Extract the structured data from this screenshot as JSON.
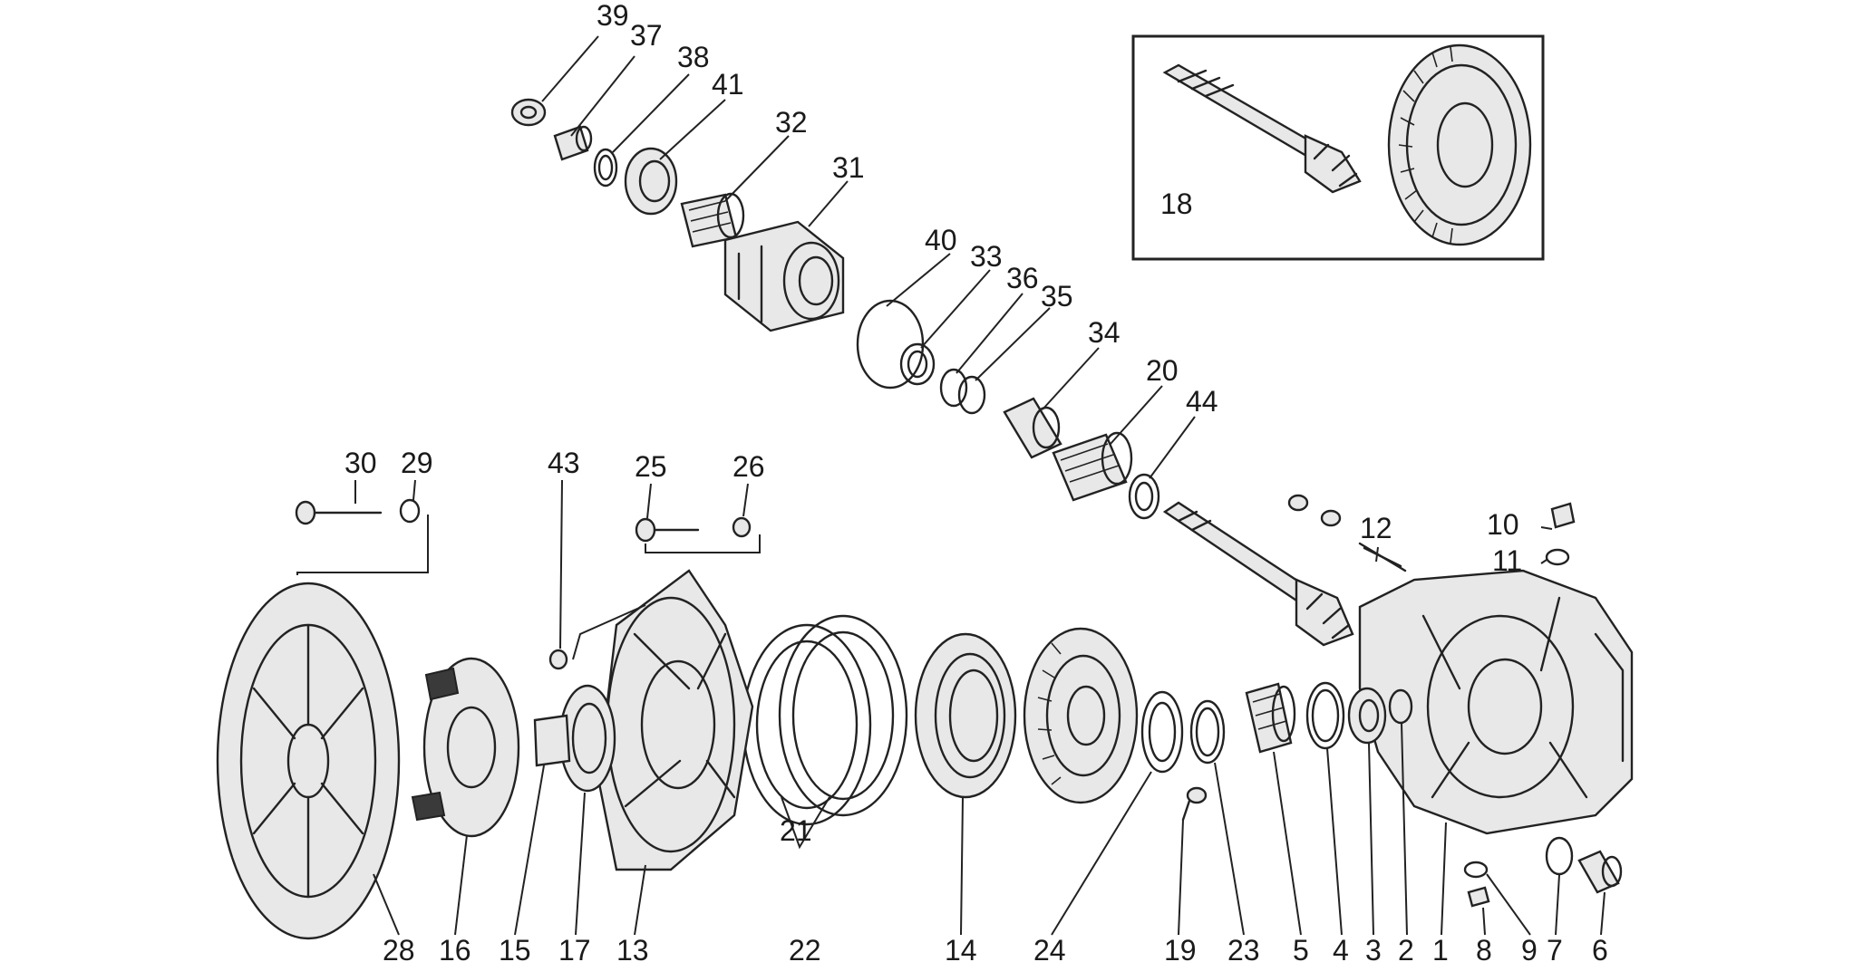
{
  "callouts": [
    {
      "id": "1",
      "text": "1"
    },
    {
      "id": "2",
      "text": "2"
    },
    {
      "id": "3",
      "text": "3"
    },
    {
      "id": "4",
      "text": "4"
    },
    {
      "id": "5",
      "text": "5"
    },
    {
      "id": "6",
      "text": "6"
    },
    {
      "id": "7",
      "text": "7"
    },
    {
      "id": "8",
      "text": "8"
    },
    {
      "id": "9",
      "text": "9"
    },
    {
      "id": "10",
      "text": "10"
    },
    {
      "id": "11",
      "text": "11"
    },
    {
      "id": "12",
      "text": "12"
    },
    {
      "id": "13",
      "text": "13"
    },
    {
      "id": "14",
      "text": "14"
    },
    {
      "id": "15",
      "text": "15"
    },
    {
      "id": "16",
      "text": "16"
    },
    {
      "id": "17",
      "text": "17"
    },
    {
      "id": "18",
      "text": "18"
    },
    {
      "id": "19",
      "text": "19"
    },
    {
      "id": "20",
      "text": "20"
    },
    {
      "id": "21",
      "text": "21"
    },
    {
      "id": "22",
      "text": "22"
    },
    {
      "id": "23",
      "text": "23"
    },
    {
      "id": "24",
      "text": "24"
    },
    {
      "id": "25",
      "text": "25"
    },
    {
      "id": "26",
      "text": "26"
    },
    {
      "id": "28",
      "text": "28"
    },
    {
      "id": "29",
      "text": "29"
    },
    {
      "id": "30",
      "text": "30"
    },
    {
      "id": "31",
      "text": "31"
    },
    {
      "id": "32",
      "text": "32"
    },
    {
      "id": "33",
      "text": "33"
    },
    {
      "id": "34",
      "text": "34"
    },
    {
      "id": "35",
      "text": "35"
    },
    {
      "id": "36",
      "text": "36"
    },
    {
      "id": "37",
      "text": "37"
    },
    {
      "id": "38",
      "text": "38"
    },
    {
      "id": "39",
      "text": "39"
    },
    {
      "id": "40",
      "text": "40"
    },
    {
      "id": "41",
      "text": "41"
    },
    {
      "id": "43",
      "text": "43"
    },
    {
      "id": "44",
      "text": "44"
    }
  ]
}
